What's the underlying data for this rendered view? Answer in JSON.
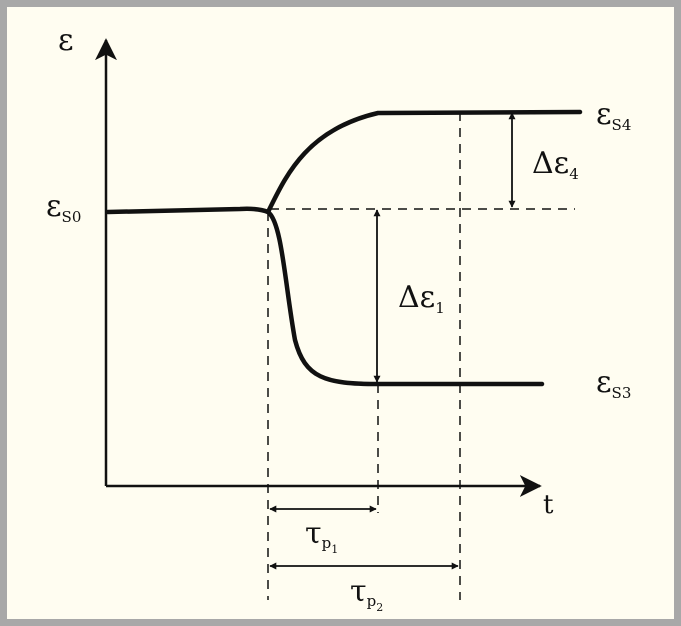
{
  "diagram": {
    "axis_y_label": "ε",
    "axis_x_label": "t",
    "eps_s0": {
      "main": "ε",
      "sub": "S0"
    },
    "eps_s4": {
      "main": "ε",
      "sub": "S4"
    },
    "eps_s3": {
      "main": "ε",
      "sub": "S3"
    },
    "delta_eps_4": {
      "main": "Δε",
      "sub": "4"
    },
    "delta_eps_1": {
      "main": "Δε",
      "sub": "1"
    },
    "tau_p1": {
      "main": "τ",
      "sub": "p",
      "subsub": "1"
    },
    "tau_p2": {
      "main": "τ",
      "sub": "p",
      "subsub": "2"
    },
    "colors": {
      "background": "#fffdf1",
      "border": "#a8a8a8",
      "ink": "#111111"
    }
  }
}
